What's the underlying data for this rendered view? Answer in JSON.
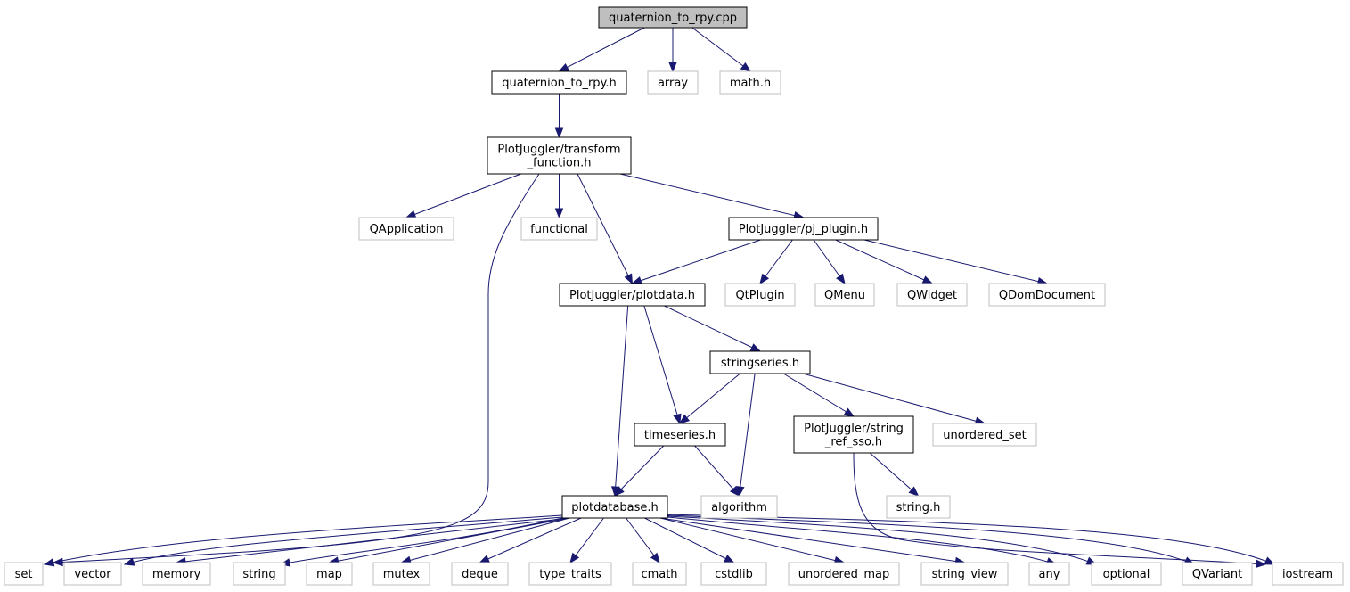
{
  "colors": {
    "edge": "#191970",
    "root_fill": "#bfbfbf",
    "documented_border": "#000000",
    "external_border": "#bfbfbf",
    "node_fill": "#ffffff"
  },
  "graph": {
    "nodes": [
      {
        "id": "root",
        "lines": [
          "quaternion_to_rpy.cpp"
        ],
        "kind": "root"
      },
      {
        "id": "q2rpy_h",
        "lines": [
          "quaternion_to_rpy.h"
        ],
        "kind": "documented"
      },
      {
        "id": "array",
        "lines": [
          "array"
        ],
        "kind": "external"
      },
      {
        "id": "math_h",
        "lines": [
          "math.h"
        ],
        "kind": "external"
      },
      {
        "id": "transform",
        "lines": [
          "PlotJuggler/transform",
          "_function.h"
        ],
        "kind": "documented"
      },
      {
        "id": "qapplication",
        "lines": [
          "QApplication"
        ],
        "kind": "external"
      },
      {
        "id": "functional",
        "lines": [
          "functional"
        ],
        "kind": "external"
      },
      {
        "id": "pj_plugin",
        "lines": [
          "PlotJuggler/pj_plugin.h"
        ],
        "kind": "documented"
      },
      {
        "id": "plotdata",
        "lines": [
          "PlotJuggler/plotdata.h"
        ],
        "kind": "documented"
      },
      {
        "id": "qtplugin",
        "lines": [
          "QtPlugin"
        ],
        "kind": "external"
      },
      {
        "id": "qmenu",
        "lines": [
          "QMenu"
        ],
        "kind": "external"
      },
      {
        "id": "qwidget",
        "lines": [
          "QWidget"
        ],
        "kind": "external"
      },
      {
        "id": "qdomdocument",
        "lines": [
          "QDomDocument"
        ],
        "kind": "external"
      },
      {
        "id": "stringseries",
        "lines": [
          "stringseries.h"
        ],
        "kind": "documented"
      },
      {
        "id": "timeseries",
        "lines": [
          "timeseries.h"
        ],
        "kind": "documented"
      },
      {
        "id": "string_ref_sso",
        "lines": [
          "PlotJuggler/string",
          "_ref_sso.h"
        ],
        "kind": "documented"
      },
      {
        "id": "unordered_set",
        "lines": [
          "unordered_set"
        ],
        "kind": "external"
      },
      {
        "id": "plotdatabase",
        "lines": [
          "plotdatabase.h"
        ],
        "kind": "documented"
      },
      {
        "id": "algorithm",
        "lines": [
          "algorithm"
        ],
        "kind": "external"
      },
      {
        "id": "string_h",
        "lines": [
          "string.h"
        ],
        "kind": "external"
      },
      {
        "id": "set",
        "lines": [
          "set"
        ],
        "kind": "external"
      },
      {
        "id": "vector",
        "lines": [
          "vector"
        ],
        "kind": "external"
      },
      {
        "id": "memory",
        "lines": [
          "memory"
        ],
        "kind": "external"
      },
      {
        "id": "string",
        "lines": [
          "string"
        ],
        "kind": "external"
      },
      {
        "id": "map",
        "lines": [
          "map"
        ],
        "kind": "external"
      },
      {
        "id": "mutex",
        "lines": [
          "mutex"
        ],
        "kind": "external"
      },
      {
        "id": "deque",
        "lines": [
          "deque"
        ],
        "kind": "external"
      },
      {
        "id": "type_traits",
        "lines": [
          "type_traits"
        ],
        "kind": "external"
      },
      {
        "id": "cmath",
        "lines": [
          "cmath"
        ],
        "kind": "external"
      },
      {
        "id": "cstdlib",
        "lines": [
          "cstdlib"
        ],
        "kind": "external"
      },
      {
        "id": "unordered_map",
        "lines": [
          "unordered_map"
        ],
        "kind": "external"
      },
      {
        "id": "string_view",
        "lines": [
          "string_view"
        ],
        "kind": "external"
      },
      {
        "id": "any",
        "lines": [
          "any"
        ],
        "kind": "external"
      },
      {
        "id": "optional",
        "lines": [
          "optional"
        ],
        "kind": "external"
      },
      {
        "id": "qvariant",
        "lines": [
          "QVariant"
        ],
        "kind": "external"
      },
      {
        "id": "iostream",
        "lines": [
          "iostream"
        ],
        "kind": "external"
      }
    ],
    "edges": [
      {
        "from": "root",
        "to": "q2rpy_h"
      },
      {
        "from": "root",
        "to": "array"
      },
      {
        "from": "root",
        "to": "math_h"
      },
      {
        "from": "q2rpy_h",
        "to": "transform"
      },
      {
        "from": "transform",
        "to": "qapplication"
      },
      {
        "from": "transform",
        "to": "functional"
      },
      {
        "from": "transform",
        "to": "pj_plugin"
      },
      {
        "from": "transform",
        "to": "plotdata"
      },
      {
        "from": "transform",
        "to": "set"
      },
      {
        "from": "pj_plugin",
        "to": "plotdata"
      },
      {
        "from": "pj_plugin",
        "to": "qtplugin"
      },
      {
        "from": "pj_plugin",
        "to": "qmenu"
      },
      {
        "from": "pj_plugin",
        "to": "qwidget"
      },
      {
        "from": "pj_plugin",
        "to": "qdomdocument"
      },
      {
        "from": "plotdata",
        "to": "stringseries"
      },
      {
        "from": "plotdata",
        "to": "timeseries"
      },
      {
        "from": "plotdata",
        "to": "plotdatabase"
      },
      {
        "from": "stringseries",
        "to": "timeseries"
      },
      {
        "from": "stringseries",
        "to": "string_ref_sso"
      },
      {
        "from": "stringseries",
        "to": "unordered_set"
      },
      {
        "from": "stringseries",
        "to": "algorithm"
      },
      {
        "from": "timeseries",
        "to": "plotdatabase"
      },
      {
        "from": "timeseries",
        "to": "algorithm"
      },
      {
        "from": "string_ref_sso",
        "to": "string_h"
      },
      {
        "from": "string_ref_sso",
        "to": "iostream"
      },
      {
        "from": "plotdatabase",
        "to": "set"
      },
      {
        "from": "plotdatabase",
        "to": "vector"
      },
      {
        "from": "plotdatabase",
        "to": "memory"
      },
      {
        "from": "plotdatabase",
        "to": "string"
      },
      {
        "from": "plotdatabase",
        "to": "map"
      },
      {
        "from": "plotdatabase",
        "to": "mutex"
      },
      {
        "from": "plotdatabase",
        "to": "deque"
      },
      {
        "from": "plotdatabase",
        "to": "type_traits"
      },
      {
        "from": "plotdatabase",
        "to": "cmath"
      },
      {
        "from": "plotdatabase",
        "to": "cstdlib"
      },
      {
        "from": "plotdatabase",
        "to": "unordered_map"
      },
      {
        "from": "plotdatabase",
        "to": "string_view"
      },
      {
        "from": "plotdatabase",
        "to": "any"
      },
      {
        "from": "plotdatabase",
        "to": "optional"
      },
      {
        "from": "plotdatabase",
        "to": "qvariant"
      },
      {
        "from": "plotdatabase",
        "to": "iostream"
      }
    ]
  }
}
